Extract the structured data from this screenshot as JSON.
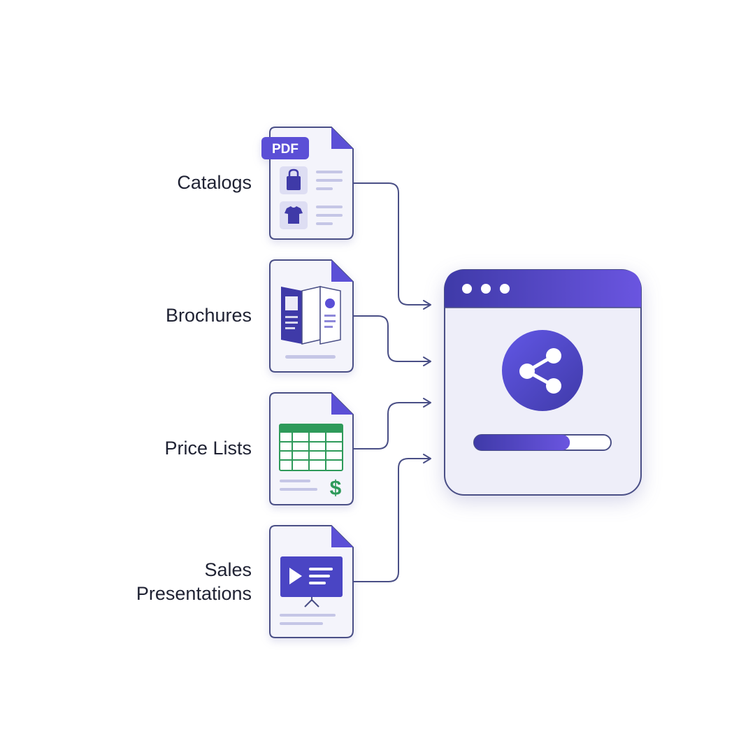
{
  "colors": {
    "accent": "#5b4fd6",
    "accent_dark": "#3f3aa8",
    "doc_fill": "#f4f4fb",
    "doc_stroke": "#4a4f86",
    "connector": "#4a4f86",
    "spreadsheet_green": "#2e9a5a",
    "progress_track": "#ffffff"
  },
  "documents": [
    {
      "label_lines": [
        "Catalogs"
      ],
      "icon": "catalog-pdf-icon",
      "badge": "PDF"
    },
    {
      "label_lines": [
        "Brochures"
      ],
      "icon": "brochure-icon"
    },
    {
      "label_lines": [
        "Price Lists"
      ],
      "icon": "spreadsheet-price-icon",
      "currency_symbol": "$"
    },
    {
      "label_lines": [
        "Sales",
        "Presentations"
      ],
      "icon": "presentation-icon"
    }
  ],
  "target_window": {
    "window_controls": [
      "dot",
      "dot",
      "dot"
    ],
    "center_icon": "share-icon",
    "progress_fraction": 0.7
  }
}
